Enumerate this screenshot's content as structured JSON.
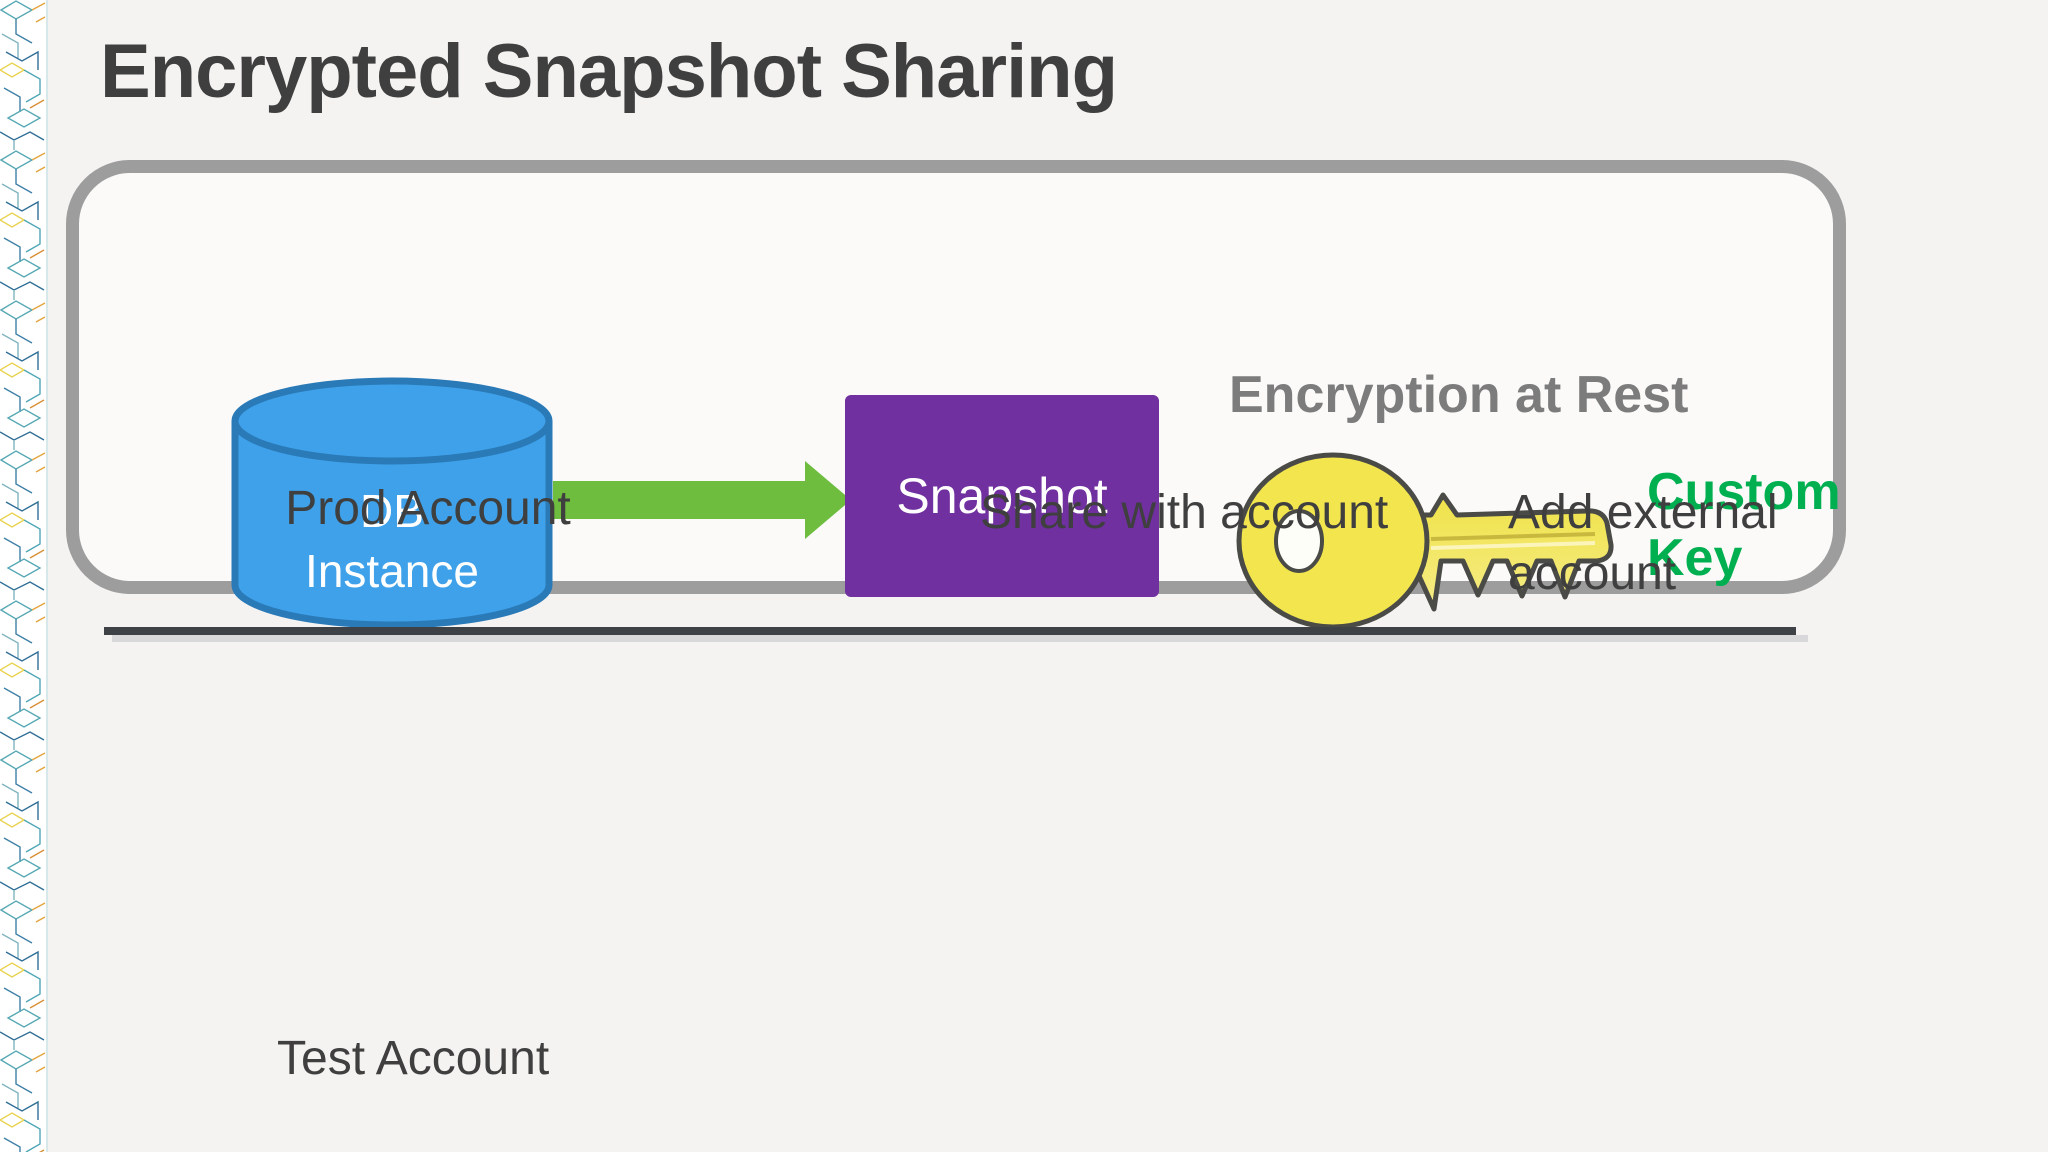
{
  "slide": {
    "title": "Encrypted Snapshot Sharing"
  },
  "prod_account": {
    "db_instance_lines": [
      "DB",
      "Instance"
    ],
    "snapshot_label": "Snapshot",
    "encryption_at_rest_label": "Encryption at Rest",
    "custom_key_lines": [
      "Custom",
      "Key"
    ],
    "caption": "Prod Account",
    "share_caption": "Share with account",
    "add_external_lines": [
      "Add external",
      "account"
    ]
  },
  "test_account": {
    "caption": "Test Account"
  },
  "icons": {
    "db_cylinder_icon": "blue database cylinder",
    "flow_arrow_icon": "green right arrow",
    "encryption_key_icon": "yellow key",
    "circuit_pattern_decoration": "teal-orange circuit line pattern strip"
  },
  "colors": {
    "page_background": "#F5F3F2",
    "title_text": "#3F3F3F",
    "container_border": "#9D9D9D",
    "db_cylinder_fill": "#3EA1E9",
    "db_cylinder_stroke": "#2A7AB8",
    "arrow_green": "#6EBD3F",
    "snapshot_purple": "#7030A0",
    "key_yellow": "#F2E54E",
    "encryption_label_gray": "#7C7C7C",
    "custom_key_green": "#00B050",
    "caption_text": "#3F3F3F",
    "divider_dark": "#3E4146",
    "divider_shadow": "#D8D8DB"
  }
}
